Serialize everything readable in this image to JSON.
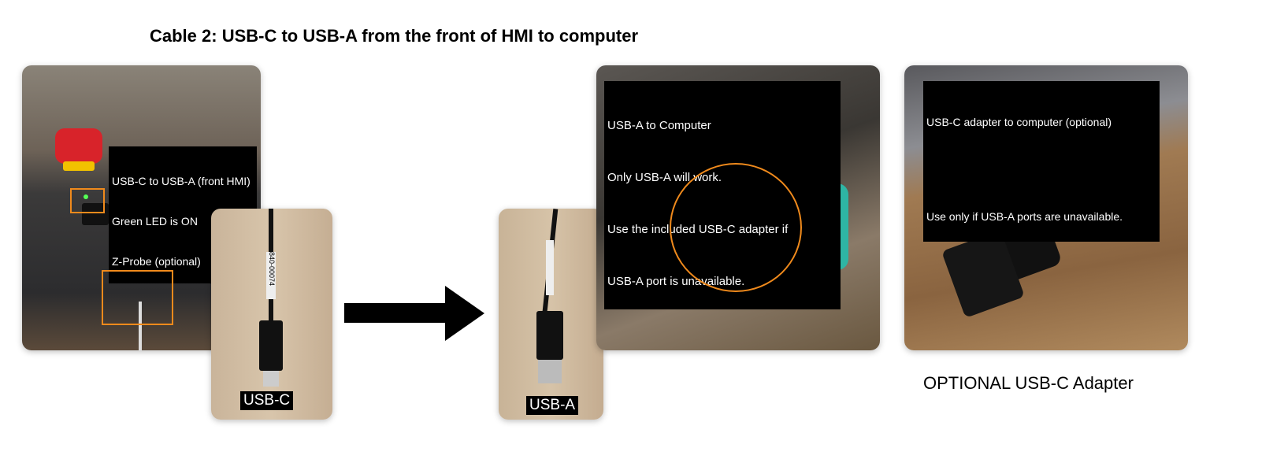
{
  "title": "Cable 2: USB-C to USB-A  from the front of HMI to computer",
  "photos": {
    "hmi": {
      "caption": [
        "USB-C to USB-A (front HMI)",
        "Green LED is ON",
        "Z-Probe (optional)"
      ]
    },
    "usbc": {
      "label": "USB-C",
      "cable_tag": "840-00074"
    },
    "usba": {
      "label": "USB-A"
    },
    "computer": {
      "caption": [
        "USB-A to Computer",
        "Only USB-A will work.",
        "Use the included USB-C adapter if",
        "USB-A port is unavailable."
      ]
    },
    "adapter": {
      "caption": [
        "USB-C adapter to computer (optional)",
        "",
        "Use only if USB-A ports are unavailable."
      ]
    }
  },
  "adapter_caption": "OPTIONAL USB-C Adapter",
  "colors": {
    "highlight": "#f08a1c"
  }
}
